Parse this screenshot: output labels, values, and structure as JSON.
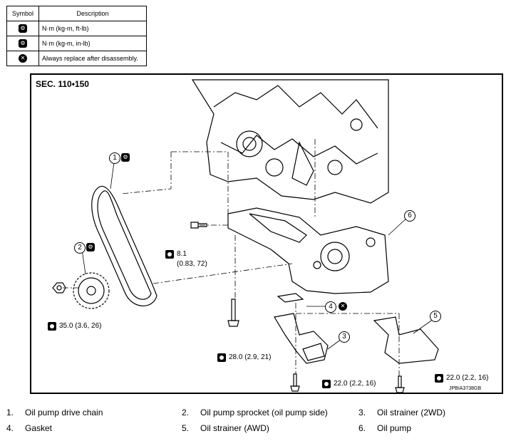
{
  "legend": {
    "header_symbol": "Symbol",
    "header_description": "Description",
    "rows": [
      {
        "icon": "torque-wrench-icon",
        "text": "N·m (kg-m, ft-lb)"
      },
      {
        "icon": "torque-wrench-small-icon",
        "text": "N·m (kg-m, in-lb)"
      },
      {
        "icon": "replace-x-icon",
        "text": "Always replace after disassembly."
      }
    ]
  },
  "diagram": {
    "section": "SEC. 110•150",
    "ref_code": "JPBIA3738GB",
    "torques": {
      "t1_value": "8.1",
      "t1_sub": "(0.83, 72)",
      "t2": "35.0 (3.6, 26)",
      "t3": "28.0 (2.9, 21)",
      "t4": "22.0 (2.2, 16)",
      "t5": "22.0 (2.2, 16)"
    },
    "callouts": [
      "1",
      "2",
      "3",
      "4",
      "5",
      "6"
    ]
  },
  "parts": [
    {
      "num": "1.",
      "name": "Oil pump drive chain"
    },
    {
      "num": "2.",
      "name": "Oil pump sprocket (oil pump side)"
    },
    {
      "num": "3.",
      "name": "Oil strainer (2WD)"
    },
    {
      "num": "4.",
      "name": "Gasket"
    },
    {
      "num": "5.",
      "name": "Oil strainer (AWD)"
    },
    {
      "num": "6.",
      "name": "Oil pump"
    }
  ]
}
